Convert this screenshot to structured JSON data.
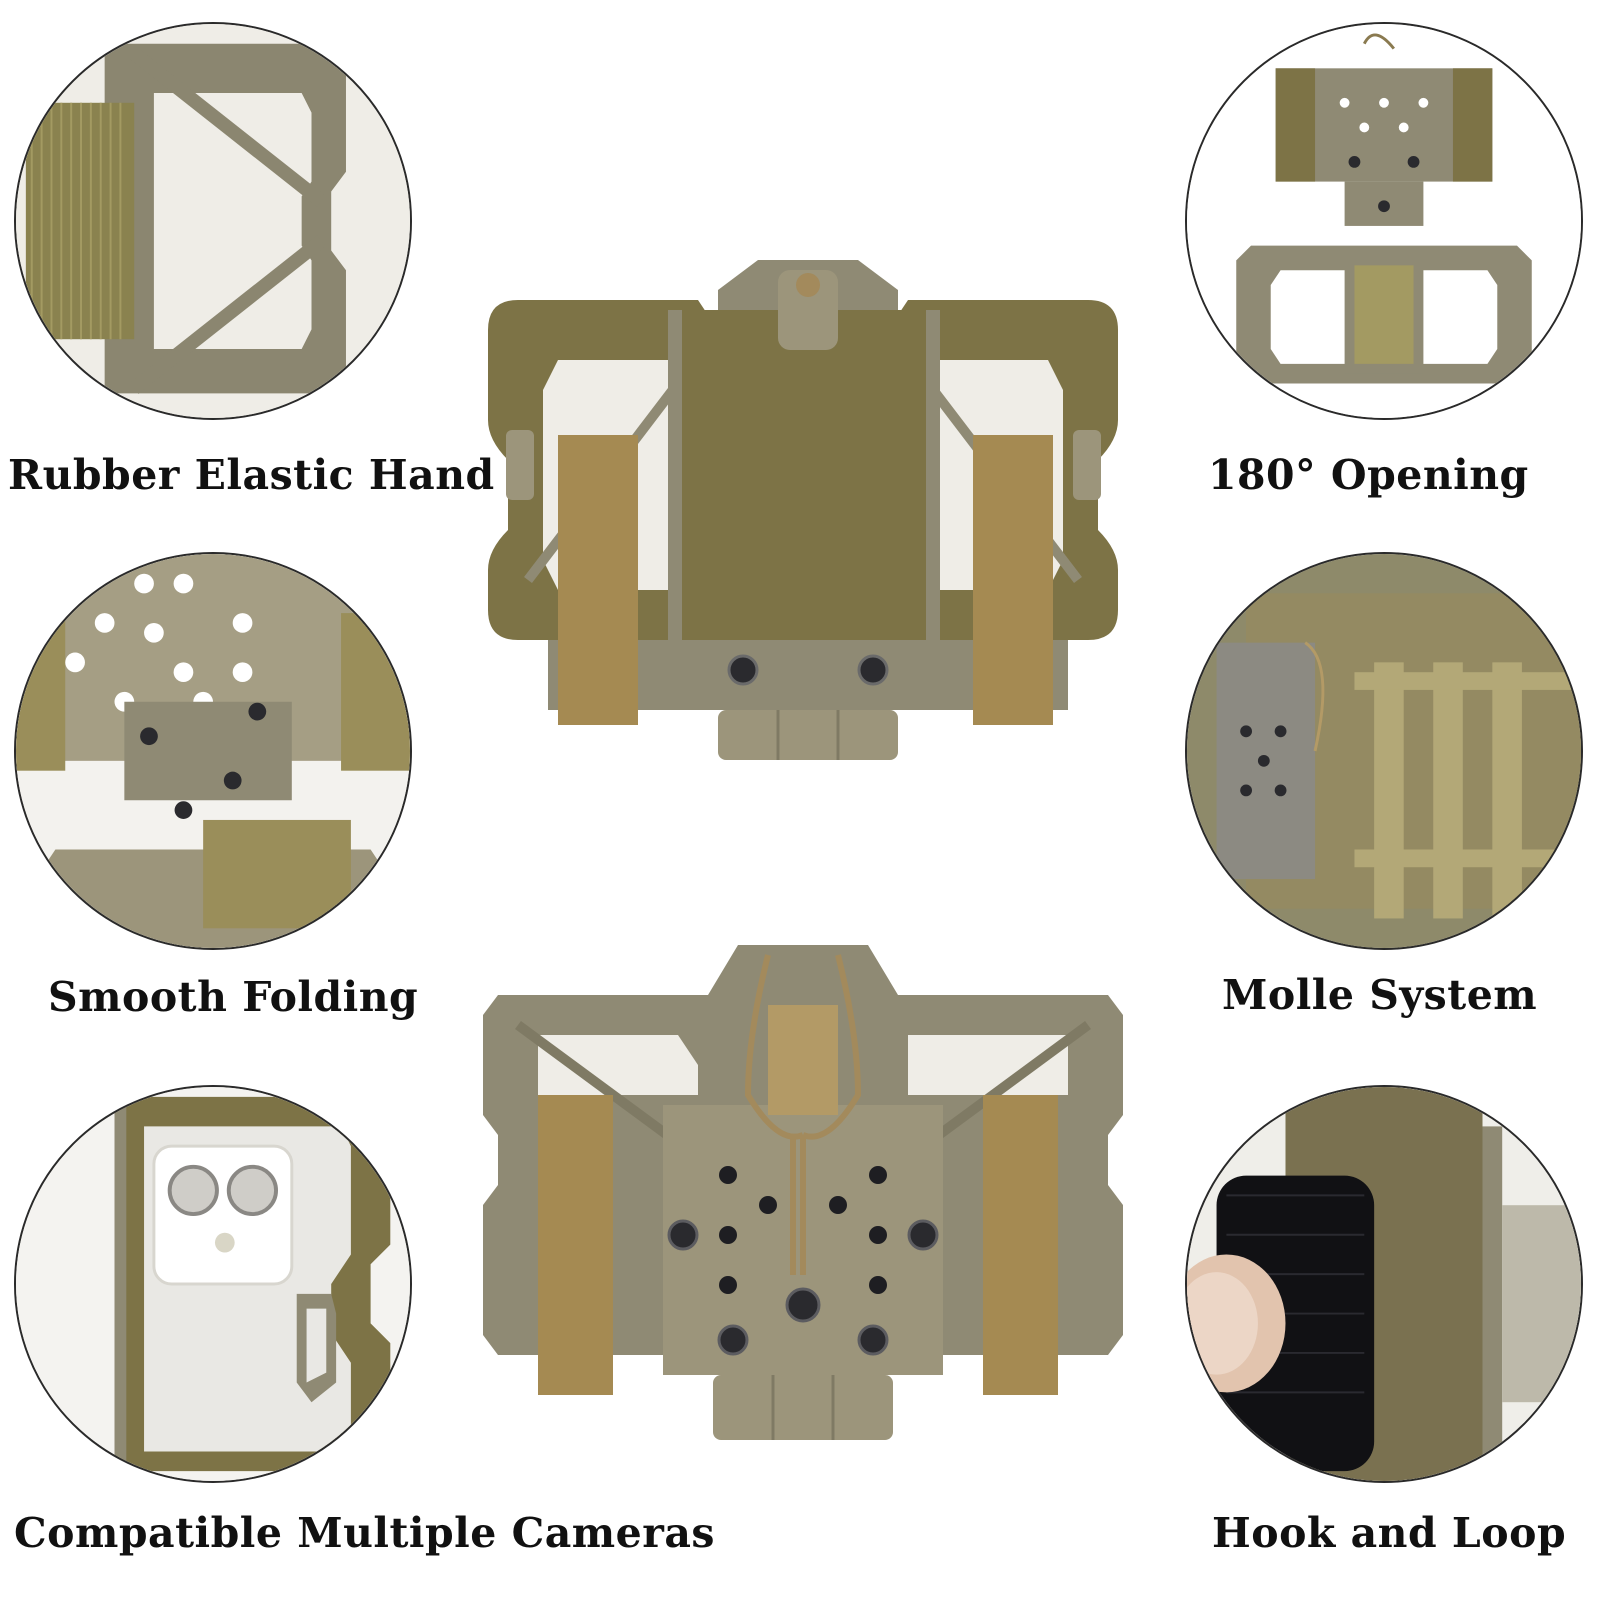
{
  "features": [
    {
      "id": "rubber-elastic",
      "caption": "Rubber Elastic Hand"
    },
    {
      "id": "opening",
      "caption": "180°  Opening"
    },
    {
      "id": "folding",
      "caption": "Smooth Folding"
    },
    {
      "id": "molle",
      "caption": "Molle System"
    },
    {
      "id": "cameras",
      "caption": "Compatible Multiple Cameras"
    },
    {
      "id": "hook-loop",
      "caption": "Hook and Loop"
    }
  ],
  "colors": {
    "velcro": "#7d7346",
    "plastic": "#8f8a74",
    "webbing": "#a58a52",
    "screw": "#2a2a2e",
    "camo": "#8e8a6a"
  },
  "icons": {
    "front-view": "phone-mount-front",
    "back-view": "phone-mount-back"
  }
}
